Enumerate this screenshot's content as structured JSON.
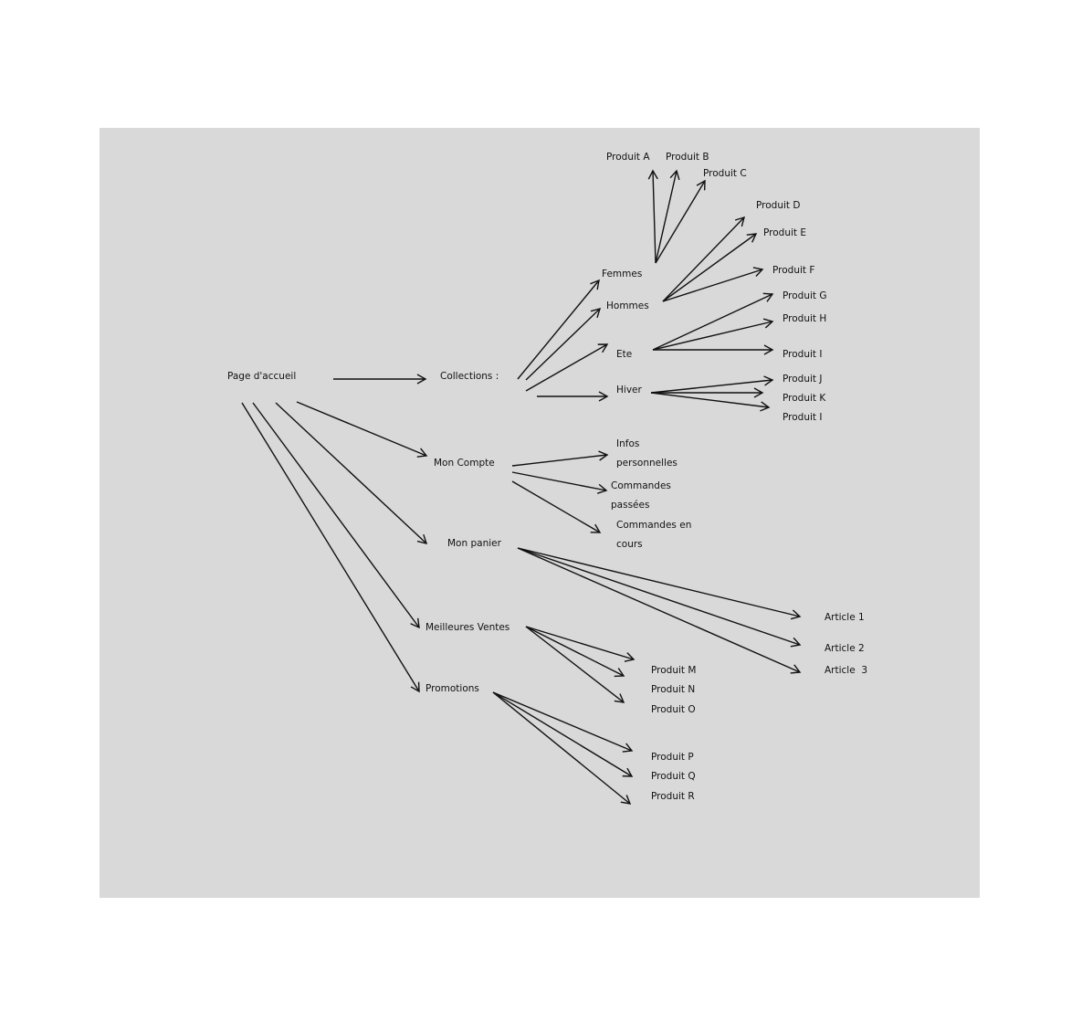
{
  "colors": {
    "background": "#d9d9d9",
    "ink": "#111111"
  },
  "sitemap": {
    "nodes": {
      "home": "Page d'accueil",
      "collections": "Collections :",
      "account": "Mon Compte",
      "cart": "Mon panier",
      "bestsellers": "Meilleures Ventes",
      "promotions": "Promotions",
      "femmes": "Femmes",
      "hommes": "Hommes",
      "ete": "Ete",
      "hiver": "Hiver",
      "infos_1": "Infos",
      "infos_2": "personnelles",
      "cmd_passees_1": "Commandes",
      "cmd_passees_2": "passées",
      "cmd_cours_1": "Commandes en",
      "cmd_cours_2": "cours",
      "produit_a": "Produit A",
      "produit_b": "Produit B",
      "produit_c": "Produit C",
      "produit_d": "Produit D",
      "produit_e": "Produit E",
      "produit_f": "Produit F",
      "produit_g": "Produit G",
      "produit_h": "Produit H",
      "produit_i": "Produit I",
      "produit_j": "Produit J",
      "produit_k": "Produit K",
      "produit_l": "Produit I",
      "article_1": "Article 1",
      "article_2": "Article 2",
      "article_3": "Article  3",
      "produit_m": "Produit M",
      "produit_n": "Produit N",
      "produit_o": "Produit O",
      "produit_p": "Produit P",
      "produit_q": "Produit Q",
      "produit_r": "Produit R"
    },
    "edges": [
      [
        "home",
        "collections"
      ],
      [
        "home",
        "account"
      ],
      [
        "home",
        "cart"
      ],
      [
        "home",
        "bestsellers"
      ],
      [
        "home",
        "promotions"
      ],
      [
        "collections",
        "femmes"
      ],
      [
        "collections",
        "hommes"
      ],
      [
        "collections",
        "ete"
      ],
      [
        "collections",
        "hiver"
      ],
      [
        "femmes",
        "produit_a"
      ],
      [
        "femmes",
        "produit_b"
      ],
      [
        "femmes",
        "produit_c"
      ],
      [
        "hommes",
        "produit_d"
      ],
      [
        "hommes",
        "produit_e"
      ],
      [
        "hommes",
        "produit_f"
      ],
      [
        "ete",
        "produit_g"
      ],
      [
        "ete",
        "produit_h"
      ],
      [
        "ete",
        "produit_i"
      ],
      [
        "hiver",
        "produit_j"
      ],
      [
        "hiver",
        "produit_k"
      ],
      [
        "hiver",
        "produit_l"
      ],
      [
        "account",
        "infos"
      ],
      [
        "account",
        "cmd_passees"
      ],
      [
        "account",
        "cmd_cours"
      ],
      [
        "cart",
        "article_1"
      ],
      [
        "cart",
        "article_2"
      ],
      [
        "cart",
        "article_3"
      ],
      [
        "bestsellers",
        "produit_m"
      ],
      [
        "bestsellers",
        "produit_n"
      ],
      [
        "bestsellers",
        "produit_o"
      ],
      [
        "promotions",
        "produit_p"
      ],
      [
        "promotions",
        "produit_q"
      ],
      [
        "promotions",
        "produit_r"
      ]
    ]
  }
}
